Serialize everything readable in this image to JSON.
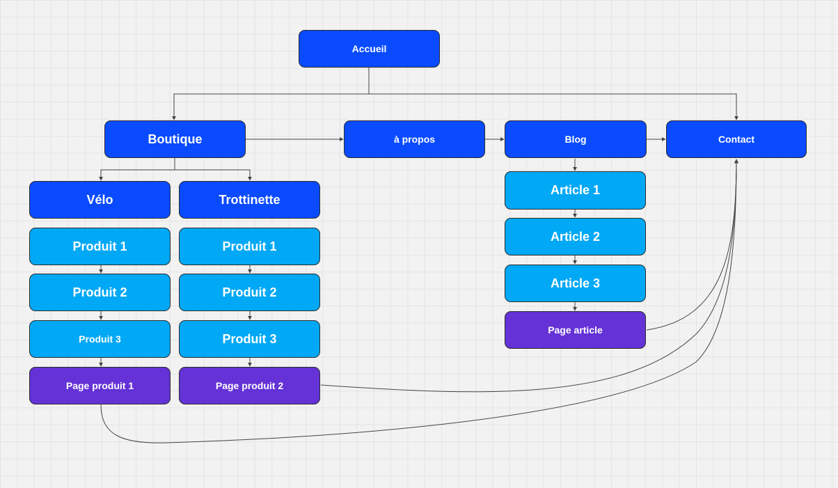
{
  "colors": {
    "primary": "#0a4bff",
    "secondary": "#00a8f5",
    "page": "#6432d6",
    "connector": "#444444",
    "background": "#f2f2f2"
  },
  "nodes": {
    "accueil": "Accueil",
    "boutique": "Boutique",
    "a_propos": "à propos",
    "blog": "Blog",
    "contact": "Contact",
    "velo": "Vélo",
    "trottinette": "Trottinette",
    "velo_produit_1": "Produit 1",
    "velo_produit_2": "Produit 2",
    "velo_produit_3": "Produit 3",
    "page_produit_1": "Page produit 1",
    "trot_produit_1": "Produit 1",
    "trot_produit_2": "Produit 2",
    "trot_produit_3": "Produit 3",
    "page_produit_2": "Page produit 2",
    "article_1": "Article 1",
    "article_2": "Article 2",
    "article_3": "Article 3",
    "page_article": "Page article"
  }
}
